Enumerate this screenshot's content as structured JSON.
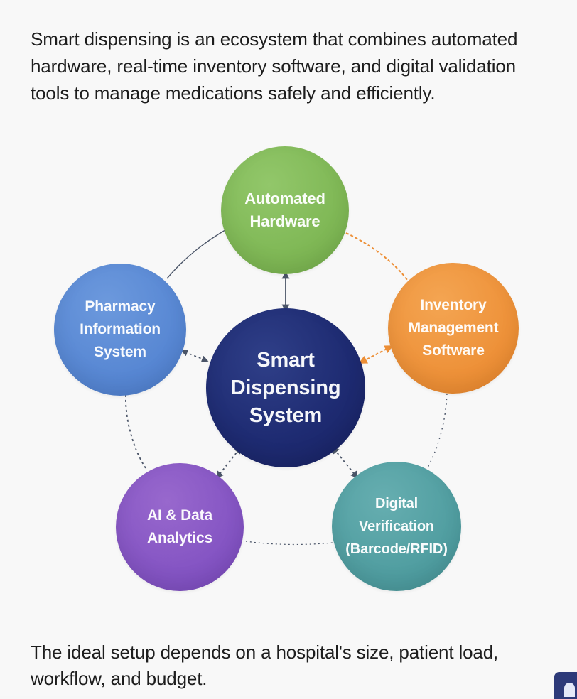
{
  "intro": {
    "text": "Smart dispensing is an ecosystem that combines automated hardware, real-time inventory software, and digital validation tools to manage medications safely and efficiently."
  },
  "diagram": {
    "center": {
      "label": "Smart\nDispensing\nSystem",
      "color": "#1f2b72"
    },
    "nodes": {
      "automated_hardware": {
        "label": "Automated\nHardware",
        "color": "#7db653"
      },
      "inventory_management_software": {
        "label": "Inventory\nManagement\nSoftware",
        "color": "#ed8f36"
      },
      "digital_verification": {
        "label": "Digital\nVerification\n(Barcode/RFID)",
        "color": "#4e9c9f"
      },
      "ai_data_analytics": {
        "label": "AI & Data\nAnalytics",
        "color": "#8252c2"
      },
      "pharmacy_information_system": {
        "label": "Pharmacy\nInformation\nSystem",
        "color": "#5585d2"
      }
    }
  },
  "outro": {
    "text": "The ideal setup depends on a hospital's size, patient load, workflow, and budget."
  },
  "colors": {
    "background": "#f8f8f8",
    "text": "#1d1d1d",
    "connector": "#4b5568",
    "orange_connector": "#ed8f36"
  }
}
